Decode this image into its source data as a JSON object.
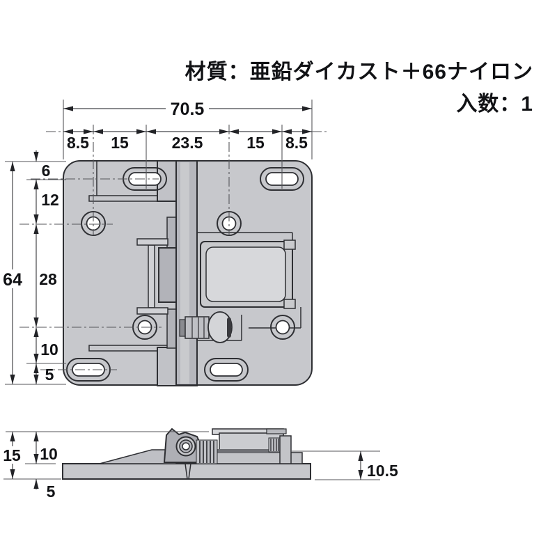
{
  "header": {
    "material": "材質：亜鉛ダイカスト＋66ナイロン",
    "quantity": "入数：1"
  },
  "plan_view": {
    "width_total": "70.5",
    "width_segments": [
      "8.5",
      "15",
      "23.5",
      "15",
      "8.5"
    ],
    "height_total": "64",
    "height_segments": [
      "6",
      "12",
      "28",
      "10",
      "5"
    ]
  },
  "side_view": {
    "height_total": "15",
    "height_top": "10",
    "height_plate": "5",
    "height_right": "10.5"
  },
  "colors": {
    "plate": "#c7c8cc",
    "line": "#2e2f33"
  }
}
